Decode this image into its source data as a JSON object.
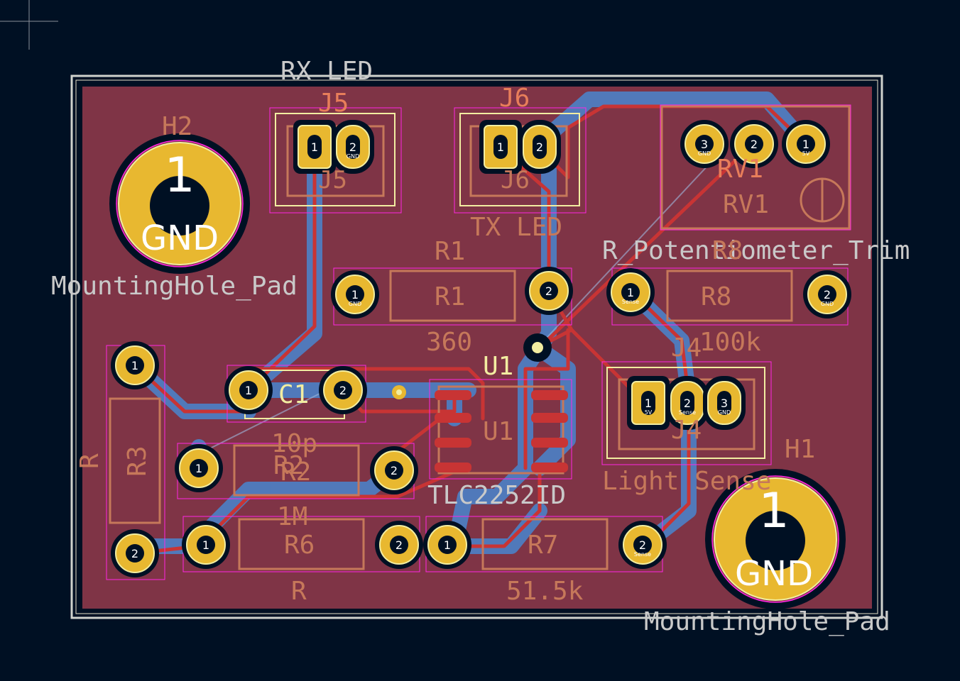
{
  "board": {
    "background_color": "#001023",
    "copper_fill_color": "#7f3446",
    "edge_color": "#d0d2cd",
    "back_trace_color": "#4d7fc4",
    "front_trace_color": "#c83434",
    "pad_color": "#e8b830",
    "silk_color": "#f2eda1",
    "fab_color": "#c6785a",
    "courtyard_color": "#ff26e2",
    "dim_text_color": "#c9c9c9"
  },
  "labels": {
    "rx_led": "RX LED",
    "tx_led": "TX LED",
    "j5_ref": "J5",
    "j6_ref": "J6",
    "h2_ref": "H2",
    "h1_ref": "H1",
    "mounting_hole_value": "MountingHole_Pad",
    "mounting_hole_value_2": "MountingHole_Pad",
    "rv1_ref": "RV1",
    "rv1_value": "R_Potentiometer_Trim",
    "r8_ref": "R8",
    "r8_value": "100k",
    "r1_ref": "R1",
    "r1_value": "360",
    "u1_ref": "U1",
    "u1_value": "TLC2252ID",
    "c1_ref": "C1",
    "c1_value": "10p",
    "r2_ref": "R2",
    "r2_value": "1M",
    "r3_ref": "R3",
    "r3_value": "R",
    "r6_ref": "R6",
    "r6_value": "R",
    "r7_ref": "R7",
    "r7_value": "51.5k",
    "j4_ref": "J4",
    "j4_value": "Light Sense",
    "gnd": "GND",
    "pad_one": "1",
    "pad_two": "2",
    "pad_three": "3",
    "net_gnd": "GND",
    "net_sense": "Sense",
    "net_5v": "5V"
  }
}
